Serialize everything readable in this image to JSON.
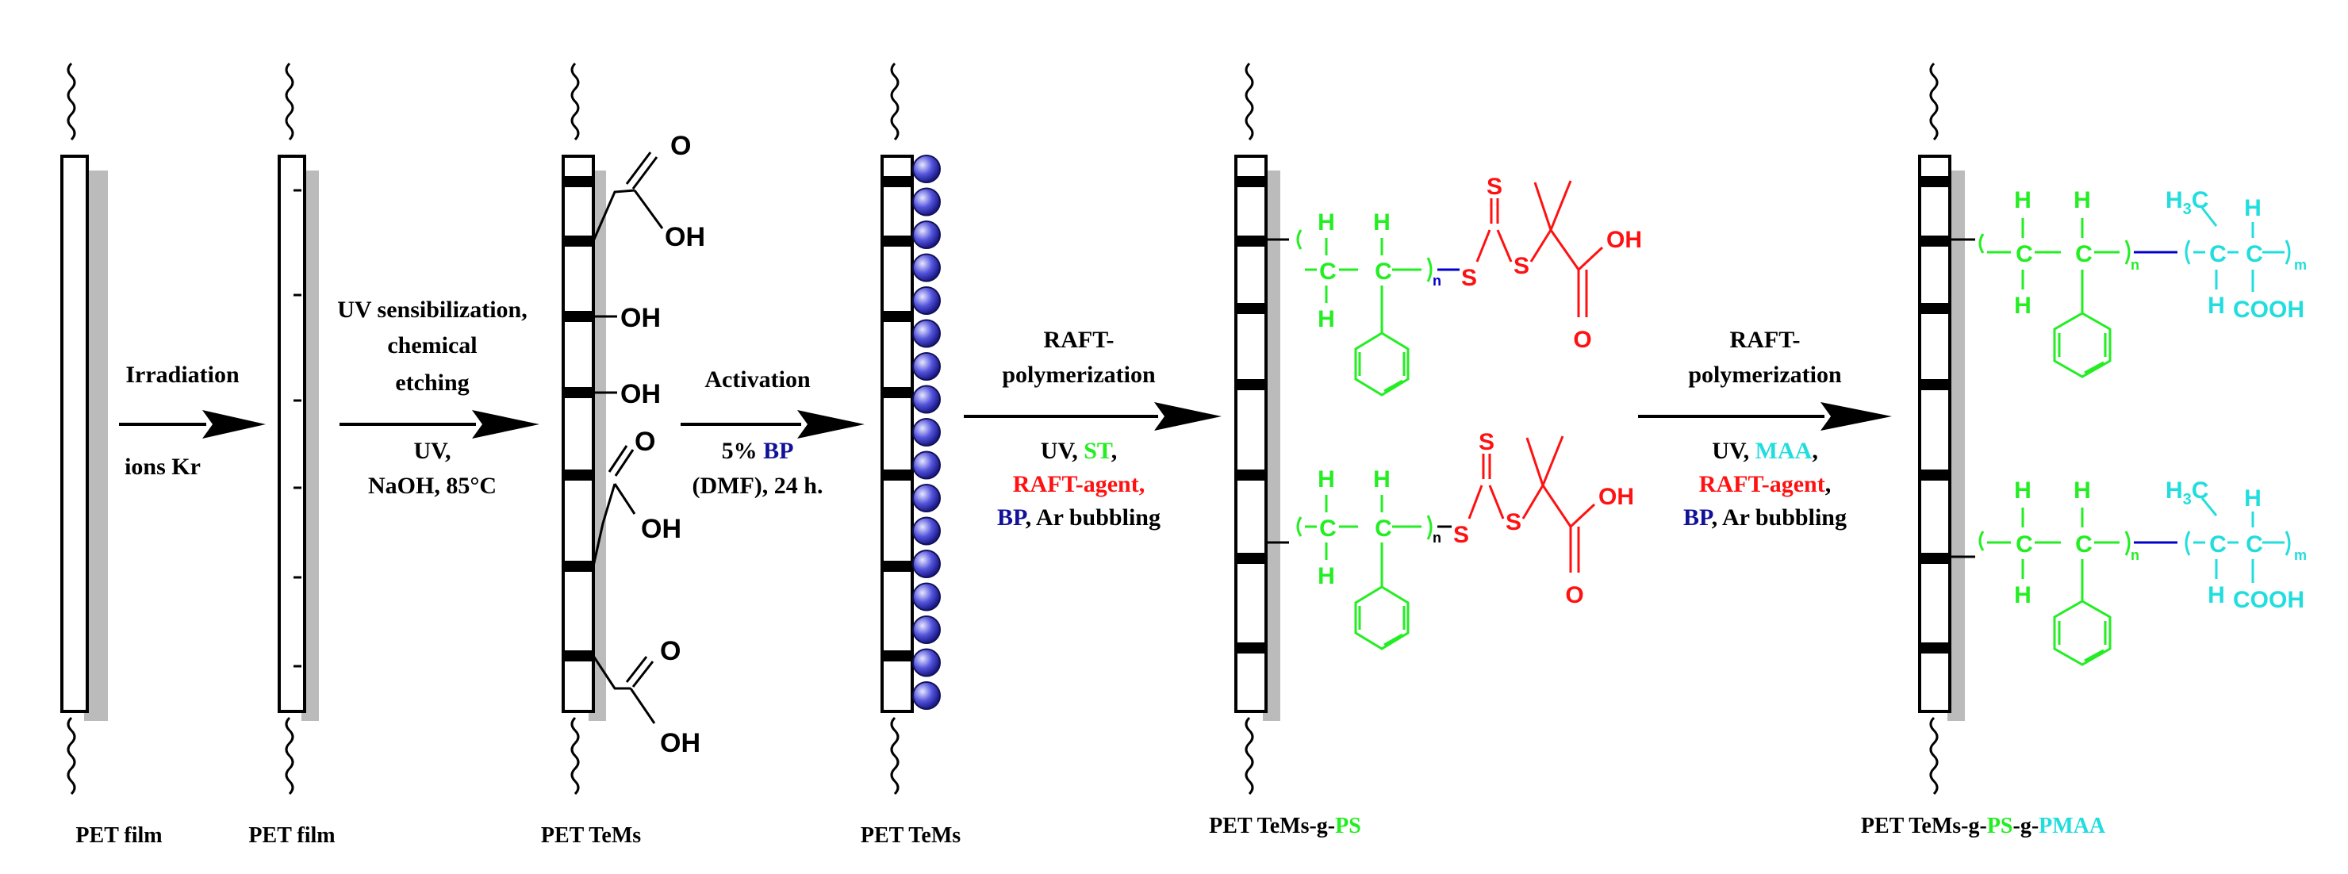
{
  "colors": {
    "black": "#000000",
    "green": "#22ee22",
    "red": "#ff1111",
    "cyan": "#22dddd",
    "blue": "#0000cc",
    "navy": "#111199",
    "shadow": "#bbbbbb"
  },
  "films": [
    {
      "label": "PET film"
    },
    {
      "label": "PET film"
    },
    {
      "label": "PET TeMs"
    },
    {
      "label": "PET TeMs"
    },
    {
      "label_parts": [
        "PET TeMs-g-",
        "PS"
      ]
    },
    {
      "label_parts": [
        "PET TeMs-g-",
        "PS",
        "-g-",
        "PMAA"
      ]
    }
  ],
  "steps": [
    {
      "above": [
        "Irradiation"
      ],
      "below": [
        "ions Kr"
      ]
    },
    {
      "above": [
        "UV sensibilization,",
        "chemical",
        "etching"
      ],
      "below": [
        "UV,",
        "NaOH, 85°C"
      ]
    },
    {
      "above": [
        "Activation"
      ],
      "below_parts": [
        [
          "5% ",
          "BP"
        ],
        [
          "(DMF), 24 h."
        ]
      ]
    },
    {
      "above": [
        "RAFT-",
        "polymerization"
      ],
      "below_parts": [
        [
          "UV, ",
          "ST",
          ","
        ],
        [
          "RAFT-agent,"
        ],
        [
          "BP",
          ", Ar bubbling"
        ]
      ]
    },
    {
      "above": [
        "RAFT-",
        "polymerization"
      ],
      "below_parts": [
        [
          "UV, ",
          "MAA",
          ","
        ],
        [
          "RAFT-agent",
          ","
        ],
        [
          "BP",
          ", Ar bubbling"
        ]
      ]
    }
  ],
  "chem": {
    "O": "O",
    "OH": "OH",
    "H": "H",
    "C": "C",
    "S": "S",
    "n": "n",
    "m": "m",
    "COOH": "COOH",
    "H3C_main": "H",
    "H3C_sub": "3",
    "H3C_end": "C"
  }
}
